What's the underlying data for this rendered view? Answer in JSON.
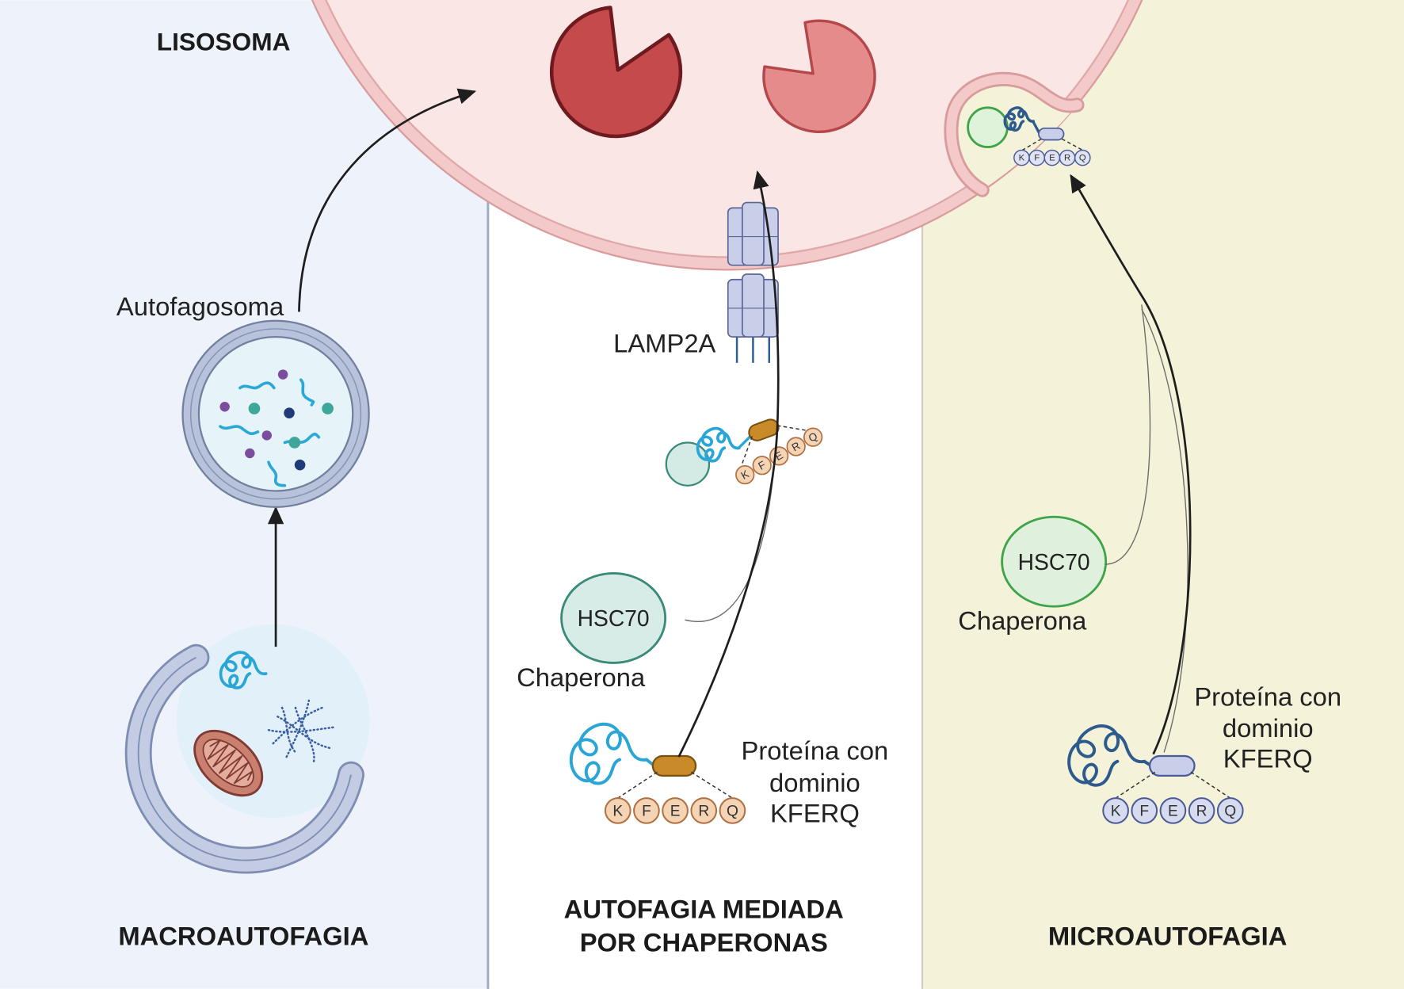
{
  "lysosome": {
    "label": "LISOSOMA"
  },
  "macroautophagy": {
    "title": "MACROAUTOFAGIA",
    "autophagosome_label": "Autofagosoma"
  },
  "chaperone_mediated": {
    "title_lines": [
      "AUTOFAGIA MEDIADA",
      "POR CHAPERONAS"
    ],
    "receptor_label": "LAMP2A",
    "chaperone_name": "HSC70",
    "chaperone_label": "Chaperona",
    "substrate_label_lines": [
      "Proteína con",
      "dominio",
      "KFERQ"
    ],
    "motif": [
      "K",
      "F",
      "E",
      "R",
      "Q"
    ]
  },
  "microautophagy": {
    "title": "MICROAUTOFAGIA",
    "chaperone_name": "HSC70",
    "chaperone_label": "Chaperona",
    "substrate_label_lines": [
      "Proteína con",
      "dominio",
      "KFERQ"
    ],
    "motif": [
      "K",
      "F",
      "E",
      "R",
      "Q"
    ]
  },
  "colors": {
    "macro_panel_bg": "#eef3fb",
    "cma_panel_bg": "#ffffff",
    "micro_panel_bg": "#f4f2d8",
    "lysosome_membrane": "#f3c9c9",
    "lysosome_lumen": "#fbe6e6",
    "cma_substrate_tag": "#c98b2a",
    "micro_substrate_tag": "#c9cfe9"
  }
}
